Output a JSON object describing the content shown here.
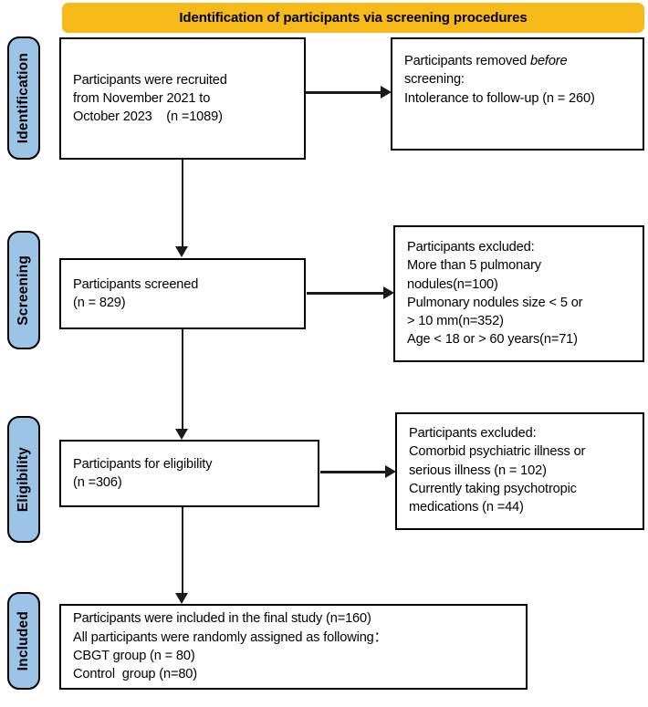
{
  "diagram": {
    "title": "PRISMA-style participant flow diagram",
    "colors": {
      "banner_bg": "#f5b91a",
      "stage_tab_bg": "#9dc3e6",
      "box_border": "#000000",
      "connector": "#1a1a1a",
      "page_bg": "#ffffff"
    },
    "banner": {
      "label": "Identification of participants via screening procedures"
    },
    "stages": [
      {
        "label": "Identification"
      },
      {
        "label": "Screening"
      },
      {
        "label": "Eligibility"
      },
      {
        "label": "Included"
      }
    ],
    "boxes": {
      "recruited": {
        "lines": [
          "Participants were recruited",
          "from November 2021 to",
          "October 2023    (n =1089)"
        ]
      },
      "removed_before_screening": {
        "lines": [
          "Participants removed ",
          "screening:",
          "Intolerance to follow-up (n = 260)"
        ],
        "italic_word": "before"
      },
      "screened": {
        "lines": [
          "Participants screened",
          "(n = 829)"
        ]
      },
      "excluded_screening": {
        "lines": [
          "Participants excluded:",
          "More than 5 pulmonary",
          "nodules(n=100)",
          "Pulmonary nodules size < 5 or",
          "> 10 mm(n=352)",
          "Age < 18 or > 60 years(n=71)"
        ]
      },
      "eligibility": {
        "lines": [
          "Participants for eligibility",
          "(n =306)"
        ]
      },
      "excluded_eligibility": {
        "lines": [
          "Participants excluded:",
          "Comorbid psychiatric illness or",
          "serious illness (n = 102)",
          "Currently taking psychotropic",
          "medications (n =44)"
        ]
      },
      "included": {
        "lines": [
          "Participants were included in the final study (n=160)",
          "All participants were randomly assigned as following：",
          "CBGT group (n = 80)",
          "Control  group (n=80)"
        ]
      }
    }
  }
}
